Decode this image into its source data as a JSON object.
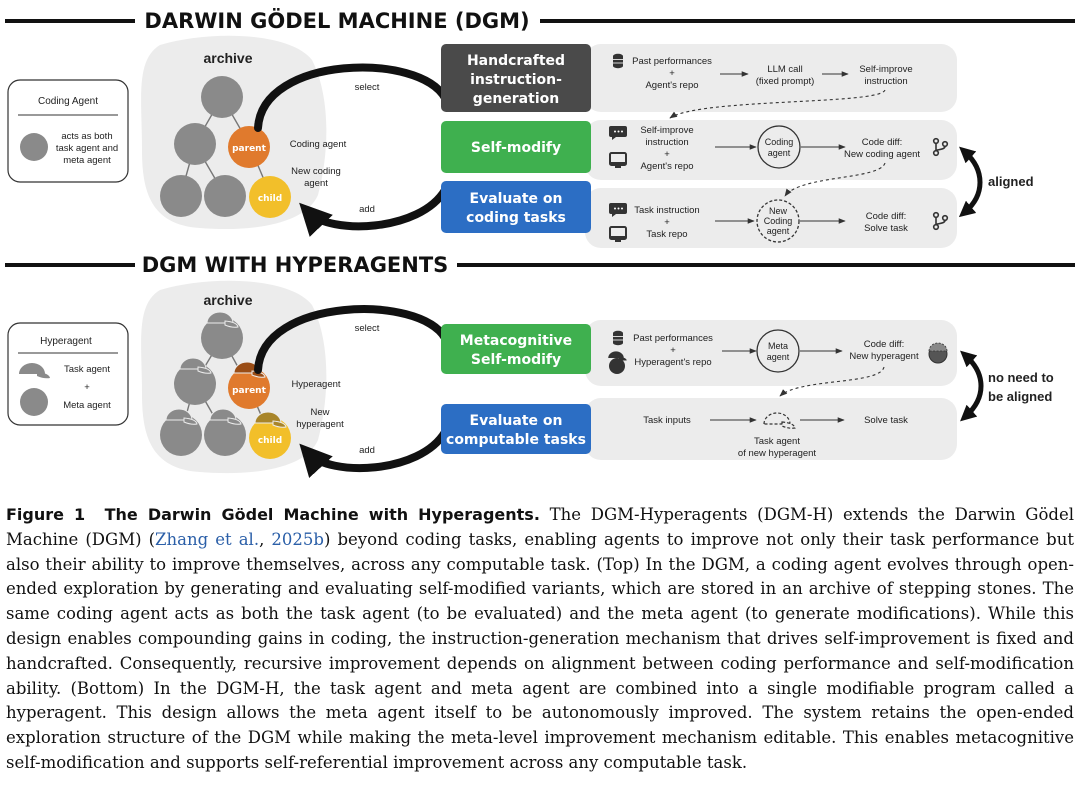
{
  "top": {
    "title": "DARWIN GÖDEL MACHINE (DGM)",
    "archive_label": "archive",
    "legend_title": "Coding Agent",
    "legend_text": [
      "acts as both",
      "task agent and",
      "meta agent"
    ],
    "node_parent": "parent",
    "node_child": "child",
    "select_label": "select",
    "add_label": "add",
    "coding_agent_label": "Coding agent",
    "new_coding_agent_label": [
      "New coding",
      "agent"
    ],
    "stage1": [
      "Handcrafted",
      "instruction-",
      "generation"
    ],
    "stage2": "Self-modify",
    "stage3": [
      "Evaluate on",
      "coding tasks"
    ],
    "row1": {
      "input": [
        "Past performances",
        "+",
        "Agent's repo"
      ],
      "llm": [
        "LLM call",
        "(fixed prompt)"
      ],
      "output": [
        "Self-improve",
        "instruction"
      ]
    },
    "row2": {
      "input": [
        "Self-improve",
        "instruction",
        "+",
        "Agent's repo"
      ],
      "agent": [
        "Coding",
        "agent"
      ],
      "output": [
        "Code diff:",
        "New coding agent"
      ]
    },
    "row3": {
      "input": [
        "Task instruction",
        "+",
        "Task repo"
      ],
      "agent": [
        "New",
        "Coding",
        "agent"
      ],
      "output": [
        "Code diff:",
        "Solve task"
      ]
    },
    "aligned_label": "aligned"
  },
  "bottom": {
    "title": "DGM WITH HYPERAGENTS",
    "archive_label": "archive",
    "legend_title": "Hyperagent",
    "legend_text": [
      "Task agent",
      "+",
      "Meta agent"
    ],
    "node_parent": "parent",
    "node_child": "child",
    "select_label": "select",
    "add_label": "add",
    "hyperagent_label": "Hyperagent",
    "new_hyperagent_label": [
      "New",
      "hyperagent"
    ],
    "stage1": [
      "Metacognitive",
      "Self-modify"
    ],
    "stage2": [
      "Evaluate on",
      "computable tasks"
    ],
    "row1": {
      "input": [
        "Past performances",
        "+",
        "Hyperagent's repo"
      ],
      "agent": [
        "Meta",
        "agent"
      ],
      "output": [
        "Code diff:",
        "New hyperagent"
      ]
    },
    "row2": {
      "input": "Task inputs",
      "agent": [
        "Task agent",
        "of new hyperagent"
      ],
      "output": "Solve task"
    },
    "not_aligned_label": [
      "no need to",
      "be aligned"
    ]
  },
  "colors": {
    "stage_dark": "#4a4a4a",
    "stage_green": "#3fb04f",
    "stage_blue": "#2c6ec4",
    "node_parent": "#e07a2d",
    "node_child": "#f2bf2a",
    "node_gray": "#8a8a8a",
    "panel_bg": "#ececec"
  },
  "caption": {
    "label": "Figure 1",
    "title": "The Darwin Gödel Machine with Hyperagents.",
    "part1": " The DGM-Hyperagents (DGM-H) extends the Darwin Gödel Machine (DGM) (",
    "cite_name": "Zhang et al.",
    "cite_sep": ", ",
    "cite_year": "2025b",
    "part2": ") beyond coding tasks, enabling agents to improve not only their task performance but also their ability to improve themselves, across any computable task. (Top) In the DGM, a coding agent evolves through open-ended exploration by generating and evaluating self-modified variants, which are stored in an archive of stepping stones. The same coding agent acts as both the task agent (to be evaluated) and the meta agent (to generate modifications). While this design enables compounding gains in coding, the instruction-generation mechanism that drives self-improvement is fixed and handcrafted. Consequently, recursive improvement depends on alignment between coding performance and self-modification ability. (Bottom) In the DGM-H, the task agent and meta agent are combined into a single modifiable program called a hyperagent. This design allows the meta agent itself to be autonomously improved. The system retains the open-ended exploration structure of the DGM while making the meta-level improvement mechanism editable. This enables metacognitive self-modification and supports self-referential improvement across any computable task."
  }
}
